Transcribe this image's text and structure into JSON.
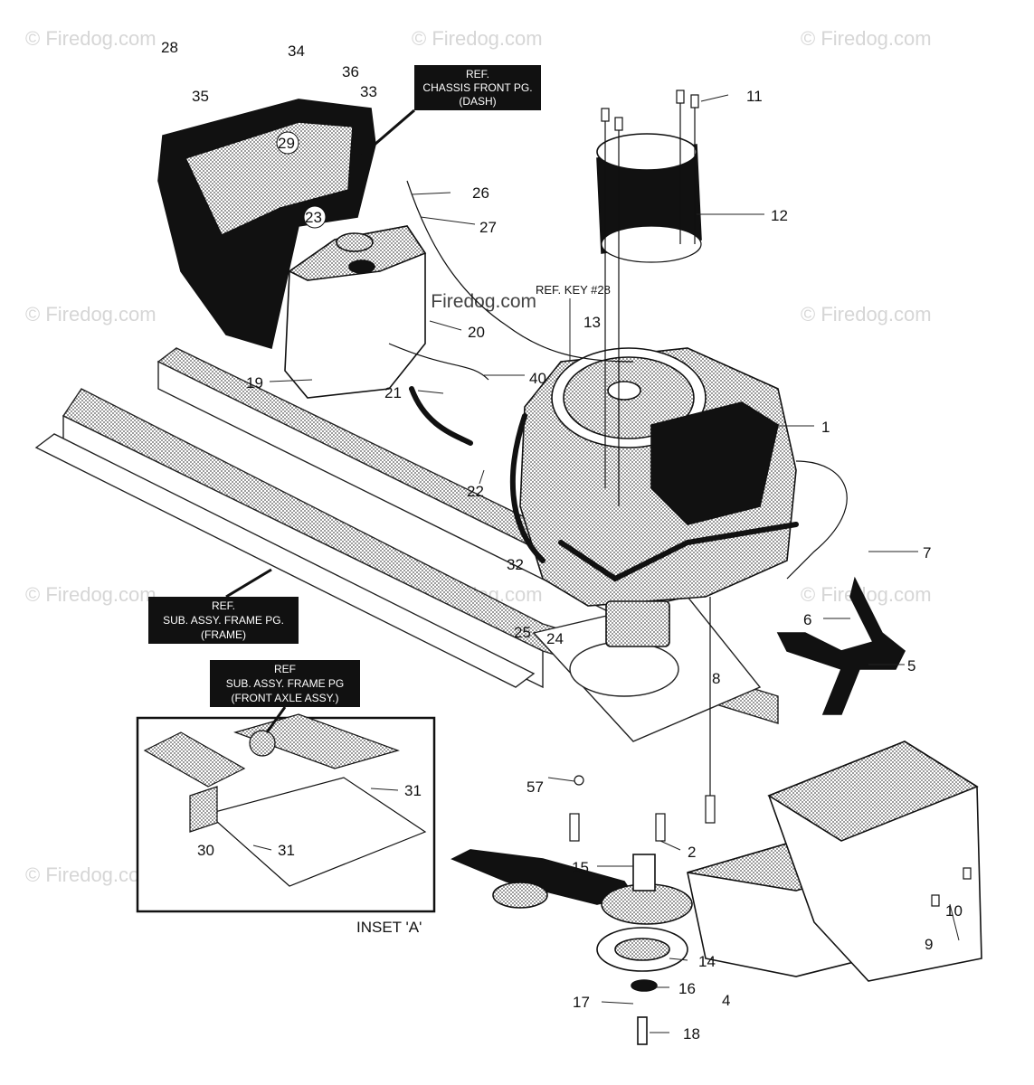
{
  "watermark": {
    "text": "© Firedog.com"
  },
  "references": {
    "chassis_front": {
      "line1": "REF.",
      "line2": "CHASSIS FRONT PG.",
      "line3": "(DASH)"
    },
    "frame": {
      "line1": "REF.",
      "line2": "SUB. ASSY. FRAME PG.",
      "line3": "(FRAME)"
    },
    "front_axle": {
      "line1": "REF",
      "line2": "SUB. ASSY. FRAME PG",
      "line3": "(FRONT AXLE ASSY.)"
    },
    "ref_key": "REF. KEY #28"
  },
  "inset": {
    "label": "INSET 'A'"
  },
  "callouts": [
    "28",
    "34",
    "36",
    "35",
    "33",
    "11",
    "29",
    "26",
    "27",
    "12",
    "23",
    "13",
    "20",
    "40",
    "19",
    "1",
    "21",
    "22",
    "7",
    "32",
    "6",
    "25",
    "24",
    "5",
    "8",
    "57",
    "31",
    "30",
    "31",
    "2",
    "15",
    "10",
    "9",
    "14",
    "16",
    "4",
    "17",
    "18"
  ],
  "colors": {
    "ink": "#111111",
    "screen": "#8a8a8a",
    "paper": "#ffffff"
  }
}
